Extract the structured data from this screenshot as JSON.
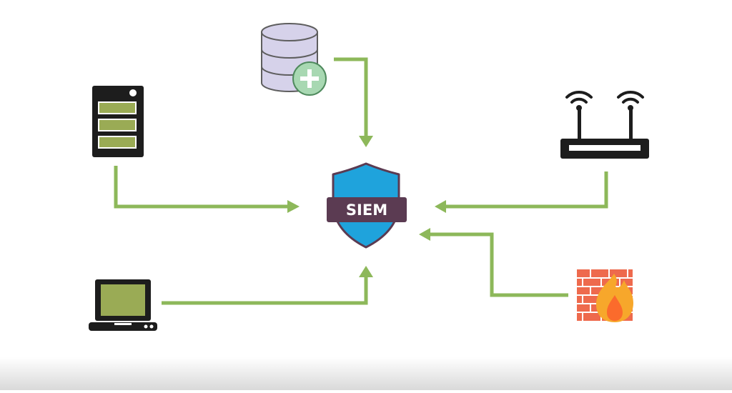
{
  "diagram": {
    "center_label": "SIEM",
    "nodes": [
      {
        "id": "siem",
        "icon": "siem-shield-icon",
        "label": "SIEM"
      },
      {
        "id": "database",
        "icon": "database-add-icon"
      },
      {
        "id": "server",
        "icon": "server-icon"
      },
      {
        "id": "router",
        "icon": "wifi-router-icon"
      },
      {
        "id": "laptop",
        "icon": "laptop-icon"
      },
      {
        "id": "firewall",
        "icon": "firewall-icon"
      }
    ],
    "edges": [
      {
        "from": "database",
        "to": "siem"
      },
      {
        "from": "server",
        "to": "siem"
      },
      {
        "from": "router",
        "to": "siem"
      },
      {
        "from": "laptop",
        "to": "siem"
      },
      {
        "from": "firewall",
        "to": "siem"
      }
    ],
    "colors": {
      "arrow": "#8db85a",
      "shield": "#1fa3dc",
      "banner": "#5b3b52",
      "database": "#d6d2ea",
      "plus_badge": "#a8d8b2",
      "device_dark": "#1d1d1d",
      "screen_green": "#9aab55",
      "firewall_brick": "#ee6a4d",
      "flame": "#f7a72b"
    }
  }
}
